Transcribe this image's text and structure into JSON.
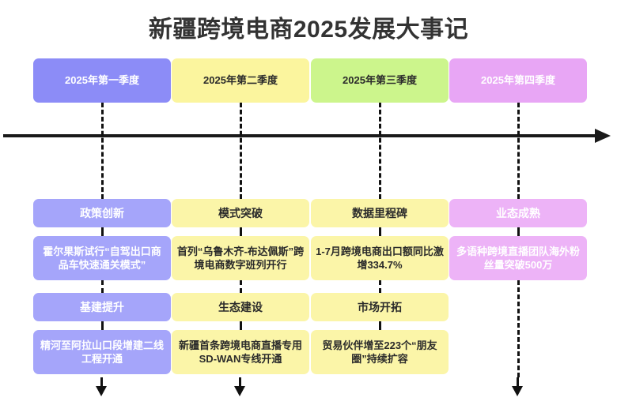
{
  "title": "新疆跨境电商2025发展大事记",
  "colors": {
    "purple": "#8c8cf7",
    "yellow": "#fbf59e",
    "green": "#ccf58c",
    "magenta": "#e8a6f5",
    "axis": "#1a1a1a",
    "title_text": "#333333"
  },
  "columns": [
    {
      "quarter": "2025年第一季度",
      "entries": [
        {
          "category": "政策创新",
          "detail": "霍尔果斯试行“自驾出口商品车快速通关模式”"
        },
        {
          "category": "基建提升",
          "detail": "精河至阿拉山口段增建二线工程开通"
        }
      ]
    },
    {
      "quarter": "2025年第二季度",
      "entries": [
        {
          "category": "模式突破",
          "detail": "首列“乌鲁木齐-布达佩斯”跨境电商数字班列开行"
        },
        {
          "category": "生态建设",
          "detail": "新疆首条跨境电商直播专用SD-WAN专线开通"
        }
      ]
    },
    {
      "quarter": "2025年第三季度",
      "entries": [
        {
          "category": "数据里程碑",
          "detail": "1-7月跨境电商出口额同比激增334.7%"
        },
        {
          "category": "市场开拓",
          "detail": "贸易伙伴增至223个“朋友圈”持续扩容"
        }
      ]
    },
    {
      "quarter": "2025年第四季度",
      "entries": [
        {
          "category": "业态成熟",
          "detail": "多语种跨境直播团队海外粉丝量突破500万"
        }
      ]
    }
  ]
}
